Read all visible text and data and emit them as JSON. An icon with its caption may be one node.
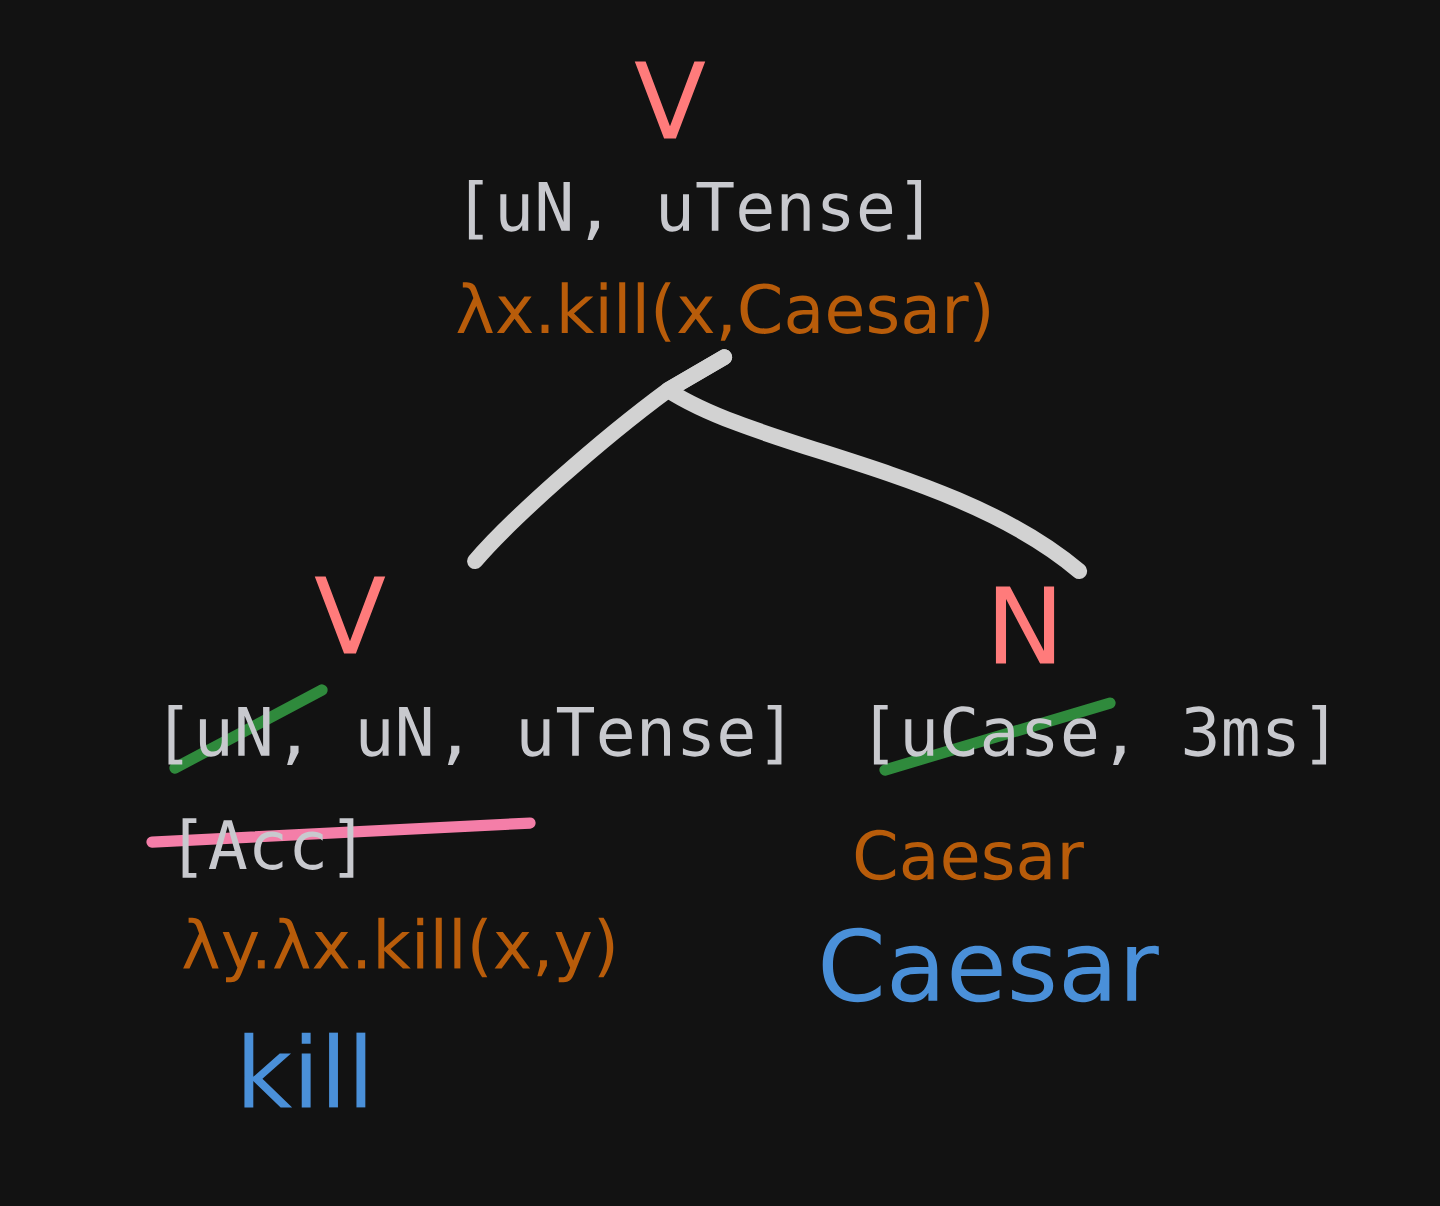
{
  "diagram": {
    "nodes": [
      {
        "text": [
          "V",
          "[uN, uTense]",
          "λx.kill(x,Caesar)"
        ]
      },
      {
        "text": [
          "V",
          "[uN, uN, uTense]",
          "[Acc]",
          "λy.λx.kill(x,y)",
          "kill"
        ]
      },
      {
        "text": [
          "N",
          "[uCase, 3ms]",
          "Caesar",
          "Caesar"
        ]
      }
    ],
    "edges": [
      {
        "from": 0,
        "to": 1,
        "arrow": "none"
      },
      {
        "from": 0,
        "to": 2,
        "arrow": "none"
      }
    ]
  }
}
